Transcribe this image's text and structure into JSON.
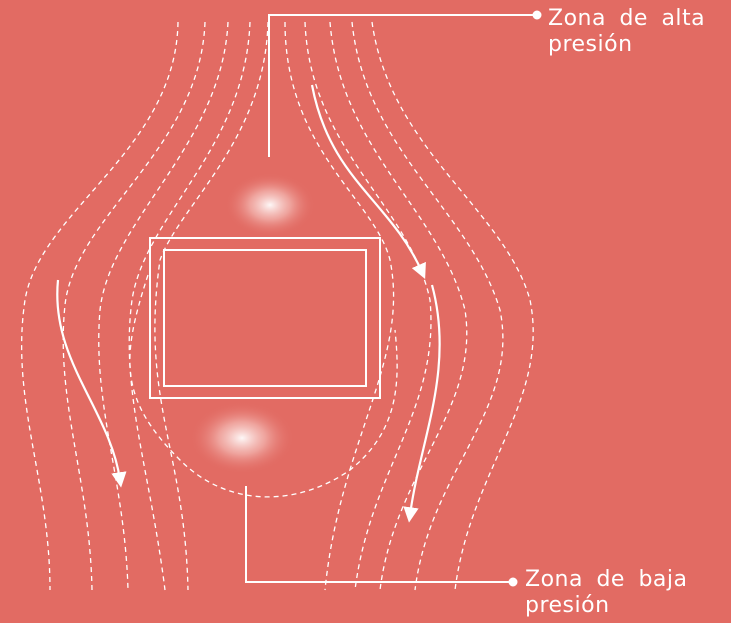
{
  "labels": {
    "high_pressure": {
      "line1": "Zona de alta",
      "line2": "presión"
    },
    "low_pressure": {
      "line1": "Zona de baja",
      "line2": "presión"
    }
  },
  "colors": {
    "background": "#e26b63",
    "stroke": "#ffffff",
    "glow": "#f7c9c4"
  }
}
